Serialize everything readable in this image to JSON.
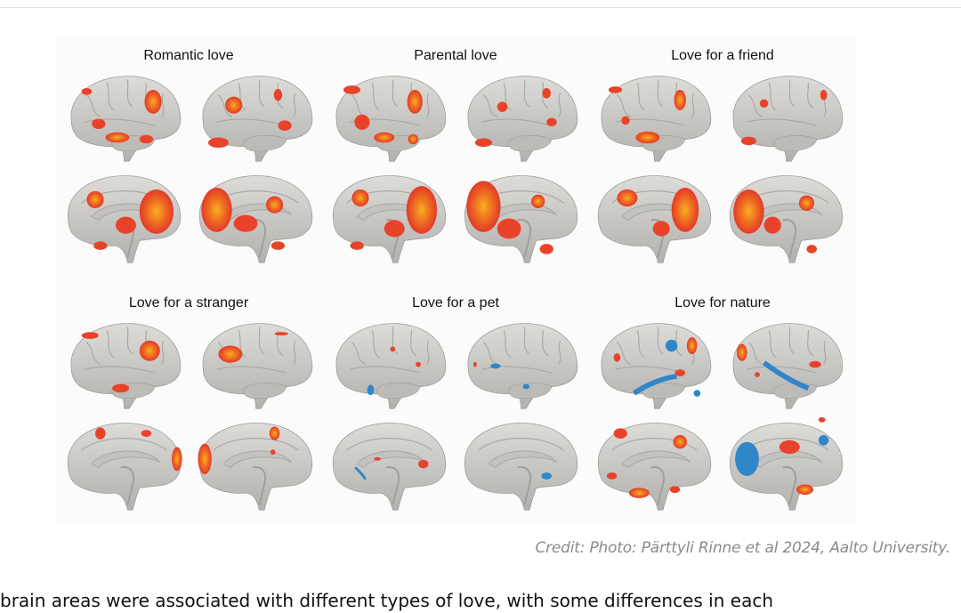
{
  "figure": {
    "panels": [
      {
        "title": "Romantic love",
        "activation": "strong-warm"
      },
      {
        "title": "Parental love",
        "activation": "strong-warm"
      },
      {
        "title": "Love for a friend",
        "activation": "strong-warm"
      },
      {
        "title": "Love for a stranger",
        "activation": "moderate-warm"
      },
      {
        "title": "Love for a pet",
        "activation": "weak-mixed"
      },
      {
        "title": "Love for nature",
        "activation": "mixed-warm-cool"
      }
    ],
    "colors": {
      "brain_surface": "#c9c7c3",
      "activation_warm": "#e8432a",
      "activation_hot": "#f2a21a",
      "activation_cool": "#2f86c9"
    }
  },
  "caption": "Credit: Photo: Pärttyli Rinne et al 2024, Aalto University.",
  "body_text_clipped": "brain areas were associated with different types of love, with some differences in each"
}
